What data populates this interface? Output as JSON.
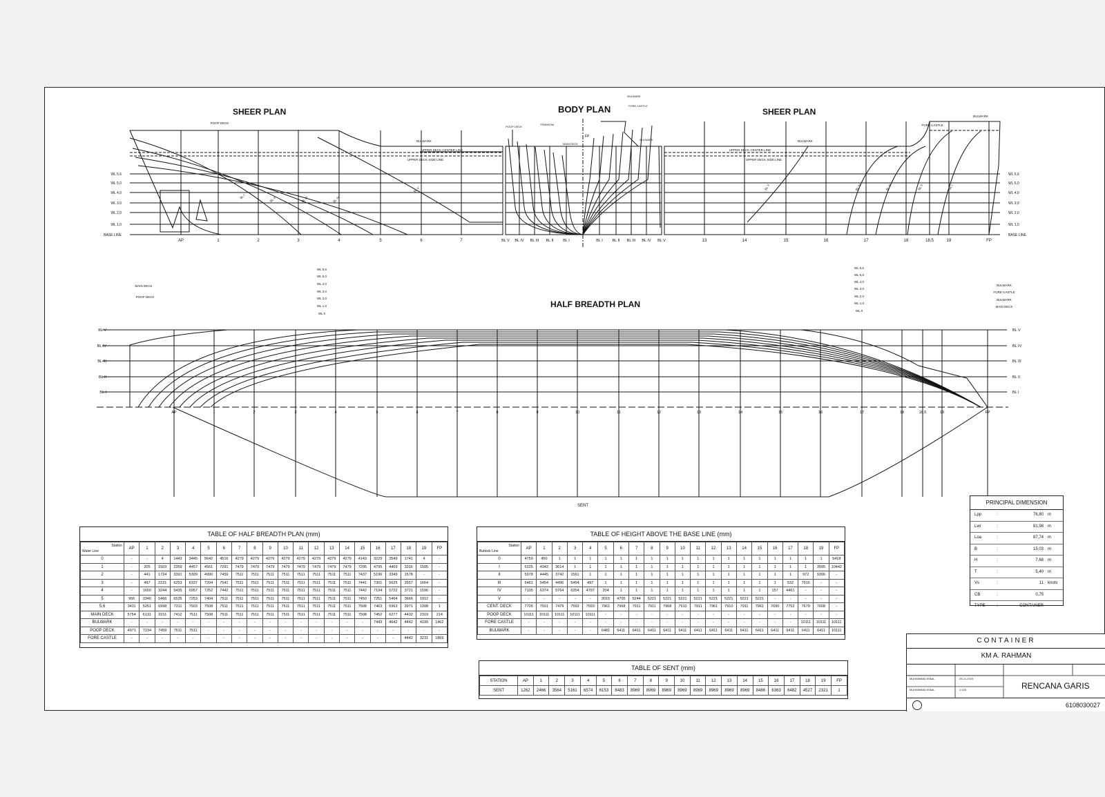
{
  "titles": {
    "sheer_left": "SHEER PLAN",
    "body": "BODY PLAN",
    "sheer_right": "SHEER PLAN",
    "half_breadth": "HALF BREADTH PLAN"
  },
  "sheer_labels": {
    "poop_deck": "POOP DECK",
    "bulwark": "BULWARK",
    "upper_deck_center": "UPPER DECK CENTER LINE",
    "upper_deck_side": "UPPER DECK SIDE LINE",
    "fore_castle": "FORE CASTLE",
    "transom": "TRANSOM",
    "main_deck": "MAIN DECK",
    "fp": "FP"
  },
  "waterlines": [
    "WL 5,6",
    "WL 5,0",
    "WL 4,0",
    "WL 3,0",
    "WL 2,0",
    "WL 1,0",
    "BASE LINE"
  ],
  "stations_aft": [
    "AP",
    "1",
    "2",
    "3",
    "4",
    "5",
    "6",
    "7"
  ],
  "stations_fwd": [
    "13",
    "14",
    "15",
    "16",
    "17",
    "18",
    "18,5",
    "19",
    "FP"
  ],
  "body_bottom_labels": [
    "BL V",
    "BL IV",
    "BL III",
    "BL II",
    "BL I",
    "BL I",
    "BL II",
    "BL III",
    "BL IV",
    "BL V"
  ],
  "buttocks": [
    "BL V",
    "BL IV",
    "BL III",
    "BL II",
    "BL I"
  ],
  "buttock_curve_labels": [
    "BL I",
    "BL II",
    "BL III",
    "BL IV",
    "BL V"
  ],
  "hb_stations": [
    "AP",
    "1",
    "2",
    "3",
    "4",
    "5",
    "6",
    "7",
    "8",
    "9",
    "10",
    "11",
    "12",
    "13",
    "14",
    "15",
    "16",
    "17",
    "18",
    "18,5",
    "19",
    "FP"
  ],
  "hb_left_labels": [
    "MAIN DECK",
    "POOP DECK",
    "WL 5,6",
    "WL 5,0",
    "WL 4,0",
    "WL 3,0",
    "WL 2,0",
    "WL 1,0",
    "WL 0"
  ],
  "hb_right_labels": [
    "WL 5,6",
    "WL 5,0",
    "WL 4,0",
    "WL 3,0",
    "WL 2,0",
    "WL 1,0",
    "WL 0",
    "BULWARK",
    "FORE CASTLE",
    "BULWARK",
    "MAIN DECK"
  ],
  "sent_label": "SENT",
  "table_half": {
    "caption": "TABLE OF HALF BREADTH PLAN (mm)",
    "corner_top": "Station",
    "corner_bottom": "Water Line",
    "cols": [
      "AP",
      "1",
      "2",
      "3",
      "4",
      "5",
      "6",
      "7",
      "8",
      "9",
      "10",
      "11",
      "12",
      "13",
      "14",
      "15",
      "16",
      "17",
      "18",
      "19",
      "FP"
    ],
    "rows": [
      [
        "0",
        "-",
        "-",
        "4",
        "1443",
        "3445",
        "5642",
        "4516",
        "4279",
        "4279",
        "4279",
        "4279",
        "4279",
        "4279",
        "4279",
        "4279",
        "4143",
        "3229",
        "3549",
        "1741",
        "4",
        "-"
      ],
      [
        "1",
        "-",
        "205",
        "1503",
        "2359",
        "4457",
        "4561",
        "7291",
        "7479",
        "7479",
        "7479",
        "7479",
        "7479",
        "7479",
        "7479",
        "7479",
        "7295",
        "4795",
        "4469",
        "3316",
        "1505",
        "-"
      ],
      [
        "2",
        "-",
        "441",
        "1724",
        "3391",
        "5309",
        "4990",
        "7459",
        "7511",
        "7511",
        "7511",
        "7511",
        "7511",
        "7511",
        "7511",
        "7511",
        "7437",
        "5196",
        "3349",
        "1578",
        "-",
        "-"
      ],
      [
        "3",
        "-",
        "497",
        "2221",
        "6253",
        "6337",
        "7204",
        "7541",
        "7511",
        "7511",
        "7511",
        "7511",
        "7511",
        "7511",
        "7511",
        "7511",
        "7441",
        "7301",
        "5625",
        "3557",
        "1664",
        "-"
      ],
      [
        "4",
        "-",
        "1650",
        "3244",
        "5435",
        "6957",
        "7252",
        "7442",
        "7511",
        "7511",
        "7511",
        "7511",
        "7511",
        "7511",
        "7511",
        "7511",
        "7442",
        "7194",
        "5722",
        "3721",
        "1596",
        "-"
      ],
      [
        "5",
        "956",
        "3340",
        "5466",
        "6535",
        "7253",
        "7404",
        "7511",
        "7511",
        "7511",
        "7511",
        "7511",
        "7511",
        "7511",
        "7511",
        "7511",
        "7450",
        "7251",
        "5464",
        "3666",
        "1912",
        "-"
      ],
      [
        "5,6",
        "3411",
        "5251",
        "6998",
        "7311",
        "7503",
        "7508",
        "7511",
        "7511",
        "7511",
        "7511",
        "7511",
        "7511",
        "7511",
        "7511",
        "7511",
        "7508",
        "7463",
        "5963",
        "3971",
        "1998",
        "1"
      ],
      [
        "MAIN DECK",
        "5754",
        "6131",
        "3151",
        "7412",
        "7511",
        "7508",
        "7511",
        "7511",
        "7511",
        "7511",
        "7511",
        "7511",
        "7511",
        "7511",
        "7511",
        "7508",
        "7452",
        "6277",
        "4432",
        "2319",
        "214"
      ],
      [
        "BULWARK",
        "-",
        "-",
        "-",
        "-",
        "-",
        "-",
        "-",
        "-",
        "-",
        "-",
        "-",
        "-",
        "-",
        "-",
        "-",
        "-",
        "7443",
        "4642",
        "4442",
        "4199",
        "1462"
      ],
      [
        "POOP DECK",
        "4971",
        "7234",
        "7459",
        "7511",
        "7511",
        "-",
        "-",
        "-",
        "-",
        "-",
        "-",
        "-",
        "-",
        "-",
        "-",
        "-",
        "-",
        "-",
        "-",
        "-",
        "-"
      ],
      [
        "FORE CASTLE",
        "-",
        "-",
        "-",
        "-",
        "-",
        "-",
        "-",
        "-",
        "-",
        "-",
        "-",
        "-",
        "-",
        "-",
        "-",
        "-",
        "-",
        "-",
        "4442",
        "3231",
        "1869"
      ]
    ]
  },
  "table_height": {
    "caption": "TABLE OF HEIGHT ABOVE THE BASE LINE (mm)",
    "corner_top": "Station",
    "corner_bottom": "Buttock Line",
    "cols": [
      "AP",
      "1",
      "2",
      "3",
      "4",
      "5",
      "6",
      "7",
      "8",
      "9",
      "10",
      "11",
      "12",
      "13",
      "14",
      "15",
      "16",
      "17",
      "18",
      "19",
      "FP"
    ],
    "rows": [
      [
        "0",
        "4759",
        "450",
        "1",
        "1",
        "1",
        "1",
        "1",
        "1",
        "1",
        "1",
        "1",
        "1",
        "1",
        "1",
        "1",
        "1",
        "1",
        "1",
        "1",
        "1",
        "5418"
      ],
      [
        "I",
        "5225",
        "4343",
        "3614",
        "1",
        "1",
        "1",
        "1",
        "1",
        "1",
        "1",
        "1",
        "1",
        "1",
        "1",
        "1",
        "1",
        "1",
        "1",
        "1",
        "3995",
        "10442"
      ],
      [
        "II",
        "5978",
        "4445",
        "3742",
        "1561",
        "1",
        "1",
        "1",
        "1",
        "1",
        "1",
        "1",
        "1",
        "1",
        "1",
        "1",
        "1",
        "1",
        "1",
        "972",
        "9306",
        "-"
      ],
      [
        "III",
        "6461",
        "5454",
        "4496",
        "5454",
        "497",
        "1",
        "1",
        "1",
        "1",
        "1",
        "1",
        "1",
        "1",
        "1",
        "1",
        "1",
        "1",
        "532",
        "7916",
        "-",
        "-"
      ],
      [
        "IV",
        "7105",
        "6374",
        "5764",
        "6354",
        "4797",
        "204",
        "1",
        "1",
        "1",
        "1",
        "1",
        "1",
        "1",
        "1",
        "1",
        "1",
        "157",
        "4461",
        "-",
        "-",
        "-"
      ],
      [
        "V",
        "-",
        "-",
        "-",
        "-",
        "-",
        "3015",
        "4705",
        "5244",
        "5221",
        "5221",
        "5221",
        "5221",
        "5221",
        "5221",
        "5221",
        "5221",
        "-",
        "-",
        "-",
        "-",
        "-"
      ],
      [
        "CENT. DECK",
        "7705",
        "7501",
        "7479",
        "7593",
        "7593",
        "7961",
        "7968",
        "7911",
        "7911",
        "7968",
        "7910",
        "7911",
        "7961",
        "7910",
        "7911",
        "7961",
        "7690",
        "7752",
        "7679",
        "7608",
        "-"
      ],
      [
        "POOP DECK",
        "10111",
        "10111",
        "10111",
        "10111",
        "10111",
        "-",
        "-",
        "-",
        "-",
        "-",
        "-",
        "-",
        "-",
        "-",
        "-",
        "-",
        "-",
        "-",
        "-",
        "-",
        "-"
      ],
      [
        "FORE CASTLE",
        "-",
        "-",
        "-",
        "-",
        "-",
        "-",
        "-",
        "-",
        "-",
        "-",
        "-",
        "-",
        "-",
        "-",
        "-",
        "-",
        "-",
        "-",
        "10111",
        "10111",
        "10111"
      ],
      [
        "BULWARK",
        "-",
        "-",
        "-",
        "-",
        "-",
        "6481",
        "6411",
        "6411",
        "6411",
        "6411",
        "6411",
        "6411",
        "6411",
        "6411",
        "6411",
        "6411",
        "6411",
        "6411",
        "6411",
        "6411",
        "10111"
      ]
    ]
  },
  "table_sent": {
    "caption": "TABLE OF SENT (mm)",
    "header_label": "STATION",
    "cols": [
      "AP",
      "1",
      "2",
      "3",
      "4",
      "5",
      "6",
      "7",
      "8",
      "9",
      "10",
      "11",
      "12",
      "13",
      "14",
      "15",
      "16",
      "17",
      "18",
      "19",
      "FP"
    ],
    "row_label": "SENT",
    "values": [
      "1262",
      "2466",
      "3564",
      "5161",
      "6574",
      "6153",
      "8483",
      "8969",
      "8969",
      "8969",
      "8969",
      "8969",
      "8969",
      "8969",
      "8969",
      "8486",
      "6363",
      "6482",
      "4527",
      "2321",
      "1"
    ]
  },
  "principal": {
    "caption": "PRINCIPAL DIMENSION",
    "rows": [
      {
        "k": "Lpp",
        "v": "76,80",
        "u": "m"
      },
      {
        "k": "Lwl",
        "v": "81,98",
        "u": "m"
      },
      {
        "k": "Loa",
        "v": "87,74",
        "u": "m"
      },
      {
        "k": "B",
        "v": "15,03",
        "u": "m"
      },
      {
        "k": "H",
        "v": "7,68",
        "u": "m"
      },
      {
        "k": "T",
        "v": "5,40",
        "u": "m"
      },
      {
        "k": "Vs",
        "v": "11",
        "u": "knots"
      },
      {
        "k": "CB",
        "v": "0,75",
        "u": ""
      },
      {
        "k": "TYPE",
        "v": "CONTAINER",
        "u": ""
      }
    ]
  },
  "title_block": {
    "type": "CONTAINER",
    "ship": "KM A. RAHMAN",
    "drawing": "RENCANA GARIS",
    "number": "6108030027",
    "drawn_by": "MUHAMMAD IKBAL",
    "checked_by": "MUHAMMAD IKBAL",
    "date": "25-11-2019",
    "scale": "1:100"
  }
}
